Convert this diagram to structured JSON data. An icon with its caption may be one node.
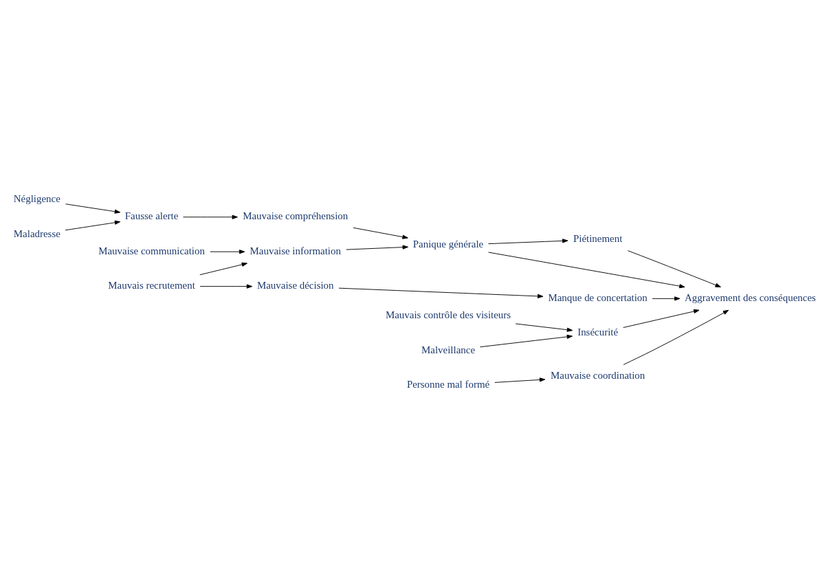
{
  "diagram": {
    "nodes": [
      {
        "text": [
          "Négligence"
        ]
      },
      {
        "text": [
          "Maladresse"
        ]
      },
      {
        "text": [
          "Fausse alerte"
        ]
      },
      {
        "text": [
          "Mauvaise compréhension"
        ]
      },
      {
        "text": [
          "Piétinement"
        ]
      },
      {
        "text": [
          "Mauvaise communication"
        ]
      },
      {
        "text": [
          "Mauvais recrutement"
        ]
      },
      {
        "text": [
          "Mauvaise information"
        ]
      },
      {
        "text": [
          "Panique générale"
        ]
      },
      {
        "text": [
          "Mauvaise décision"
        ]
      },
      {
        "text": [
          "Manque de concertation"
        ]
      },
      {
        "text": [
          "Mauvais contrôle des visiteurs"
        ]
      },
      {
        "text": [
          "Malveillance"
        ]
      },
      {
        "text": [
          "Insécurité"
        ]
      },
      {
        "text": [
          "Personne mal formé"
        ]
      },
      {
        "text": [
          "Mauvaise coordination"
        ]
      },
      {
        "text": [
          "Aggravement des conséquences"
        ]
      }
    ],
    "edges": [
      {
        "from": 0,
        "to": 2,
        "arrow": "to"
      },
      {
        "from": 1,
        "to": 2,
        "arrow": "to"
      },
      {
        "from": 2,
        "to": 3,
        "arrow": "to"
      },
      {
        "from": 3,
        "to": 8,
        "arrow": "to"
      },
      {
        "from": 8,
        "to": 4,
        "arrow": "to"
      },
      {
        "from": 5,
        "to": 7,
        "arrow": "to"
      },
      {
        "from": 6,
        "to": 7,
        "arrow": "to"
      },
      {
        "from": 6,
        "to": 9,
        "arrow": "to"
      },
      {
        "from": 7,
        "to": 8,
        "arrow": "to"
      },
      {
        "from": 9,
        "to": 10,
        "arrow": "to"
      },
      {
        "from": 11,
        "to": 13,
        "arrow": "to"
      },
      {
        "from": 12,
        "to": 13,
        "arrow": "to"
      },
      {
        "from": 14,
        "to": 15,
        "arrow": "to"
      },
      {
        "from": 15,
        "to": 16,
        "arrow": "to"
      },
      {
        "from": 13,
        "to": 16,
        "arrow": "to"
      },
      {
        "from": 10,
        "to": 16,
        "arrow": "to"
      },
      {
        "from": 8,
        "to": 16,
        "arrow": "to"
      },
      {
        "from": 4,
        "to": 16,
        "arrow": "to"
      }
    ]
  }
}
